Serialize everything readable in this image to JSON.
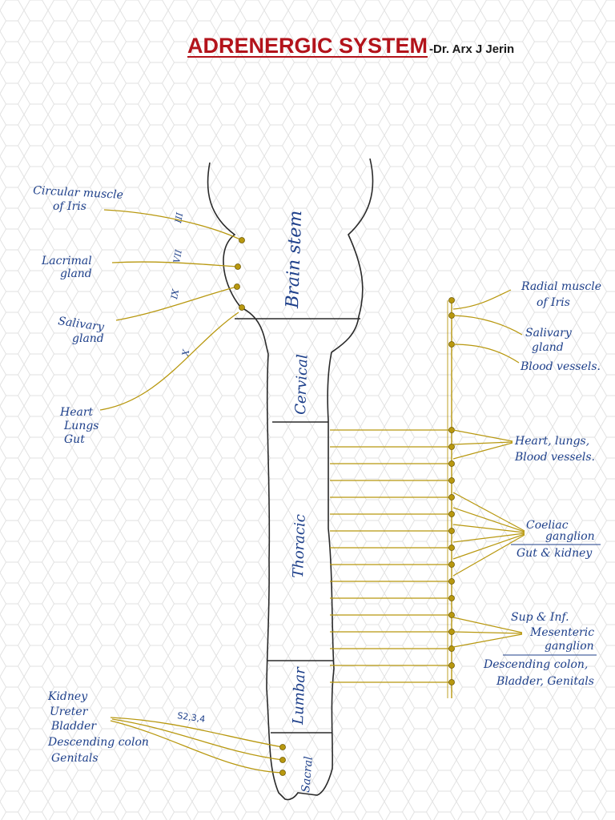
{
  "title": "ADRENERGIC SYSTEM",
  "author": "-Dr. Arx J Jerin",
  "colors": {
    "title": "#b3131b",
    "handwriting": "#1d3f8a",
    "nerve": "#b8980f",
    "outline": "#2a2a2a",
    "grid": "#e2e2e2"
  },
  "regions": {
    "brain_stem": "Brain stem",
    "cervical": "Cervical",
    "thoracic": "Thoracic",
    "lumbar": "Lumbar",
    "sacral": "Sacral"
  },
  "cranial_nerves": {
    "iii": "III",
    "vii": "VII",
    "ix": "IX",
    "x": "X"
  },
  "sacral_nerves": "S2,3,4",
  "left_targets": {
    "iris": [
      "Circular muscle",
      "of Iris"
    ],
    "lacrimal": [
      "Lacrimal",
      "gland"
    ],
    "salivary": [
      "Salivary",
      "gland"
    ],
    "heart": [
      "Heart",
      "Lungs",
      "Gut"
    ],
    "pelvic": [
      "Kidney",
      "Ureter",
      "Bladder",
      "Descending colon",
      "Genitals"
    ]
  },
  "right_targets": {
    "radial": [
      "Radial muscle",
      "of Iris"
    ],
    "salivary": [
      "Salivary",
      "gland"
    ],
    "vessels": "Blood vessels.",
    "heart": [
      "Heart, lungs,",
      "Blood vessels."
    ],
    "coeliac": [
      "Coeliac",
      "ganglion",
      "Gut & kidney"
    ],
    "mesenteric": [
      "Sup & Inf.",
      "Mesenteric",
      "ganglion",
      "Descending colon,",
      "Bladder, Genitals"
    ]
  }
}
